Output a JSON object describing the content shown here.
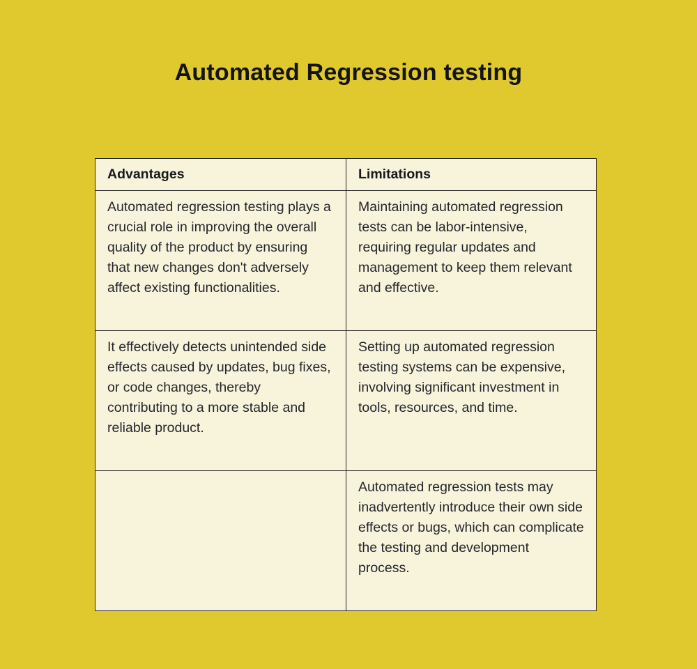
{
  "page": {
    "title": "Automated Regression testing"
  },
  "colors": {
    "background": "#DFC92E",
    "cell_background": "#F8F4DC",
    "border": "#1F1F1F",
    "title_text": "#141414",
    "body_text": "#23262B"
  },
  "table": {
    "headers": [
      "Advantages",
      "Limitations"
    ],
    "rows": [
      {
        "advantage": "Automated regression testing plays a crucial role in improving the overall quality of the product by ensuring that new changes don't adversely affect existing functionalities.",
        "limitation": "Maintaining automated regression tests can be labor-intensive, requiring regular updates and management to keep them relevant and effective."
      },
      {
        "advantage": "It effectively detects unintended side effects caused by updates, bug fixes, or code changes, thereby contributing to a more stable and reliable product.",
        "limitation": "Setting up automated regression testing systems can be expensive, involving significant investment in tools, resources, and time."
      },
      {
        "advantage": "",
        "limitation": "Automated regression tests may inadvertently introduce their own side effects or bugs, which can complicate the testing and development process."
      }
    ]
  }
}
